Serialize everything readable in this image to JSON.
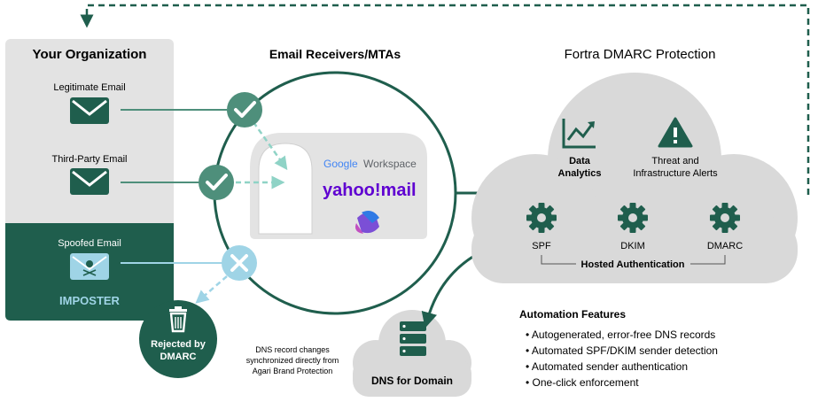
{
  "colors": {
    "green_dark": "#1f5e4d",
    "green_mid": "#4e8f7b",
    "teal_light": "#8fd3c6",
    "blue_light": "#9fd4e6",
    "gray_panel": "#e3e3e3",
    "gray_cloud": "#d9d9d9"
  },
  "organization": {
    "title": "Your Organization",
    "legitimate": "Legitimate Email",
    "third_party": "Third-Party Email",
    "spoofed": "Spoofed Email",
    "imposter": "IMPOSTER"
  },
  "receivers": {
    "title": "Email Receivers/MTAs",
    "google_brand": "Google",
    "google_product": "Workspace",
    "yahoo_a": "yahoo",
    "yahoo_b": "mail",
    "m365_icon": "microsoft-365-icon"
  },
  "rejected": {
    "line1": "Rejected by",
    "line2": "DMARC"
  },
  "dns_note": {
    "line1": "DNS record changes",
    "line2": "synchronized directly from",
    "line3": "Agari Brand Protection"
  },
  "dns_domain": "DNS for Domain",
  "fortra": {
    "title": "Fortra DMARC Protection",
    "analytics_1": "Data",
    "analytics_2": "Analytics",
    "threat_1": "Threat and",
    "threat_2": "Infrastructure Alerts",
    "spf": "SPF",
    "dkim": "DKIM",
    "dmarc": "DMARC",
    "hosted": "Hosted Authentication"
  },
  "automation": {
    "title": "Automation Features",
    "items": [
      "Autogenerated, error-free DNS records",
      "Automated SPF/DKIM sender detection",
      "Automated sender authentication",
      "One-click enforcement"
    ]
  }
}
